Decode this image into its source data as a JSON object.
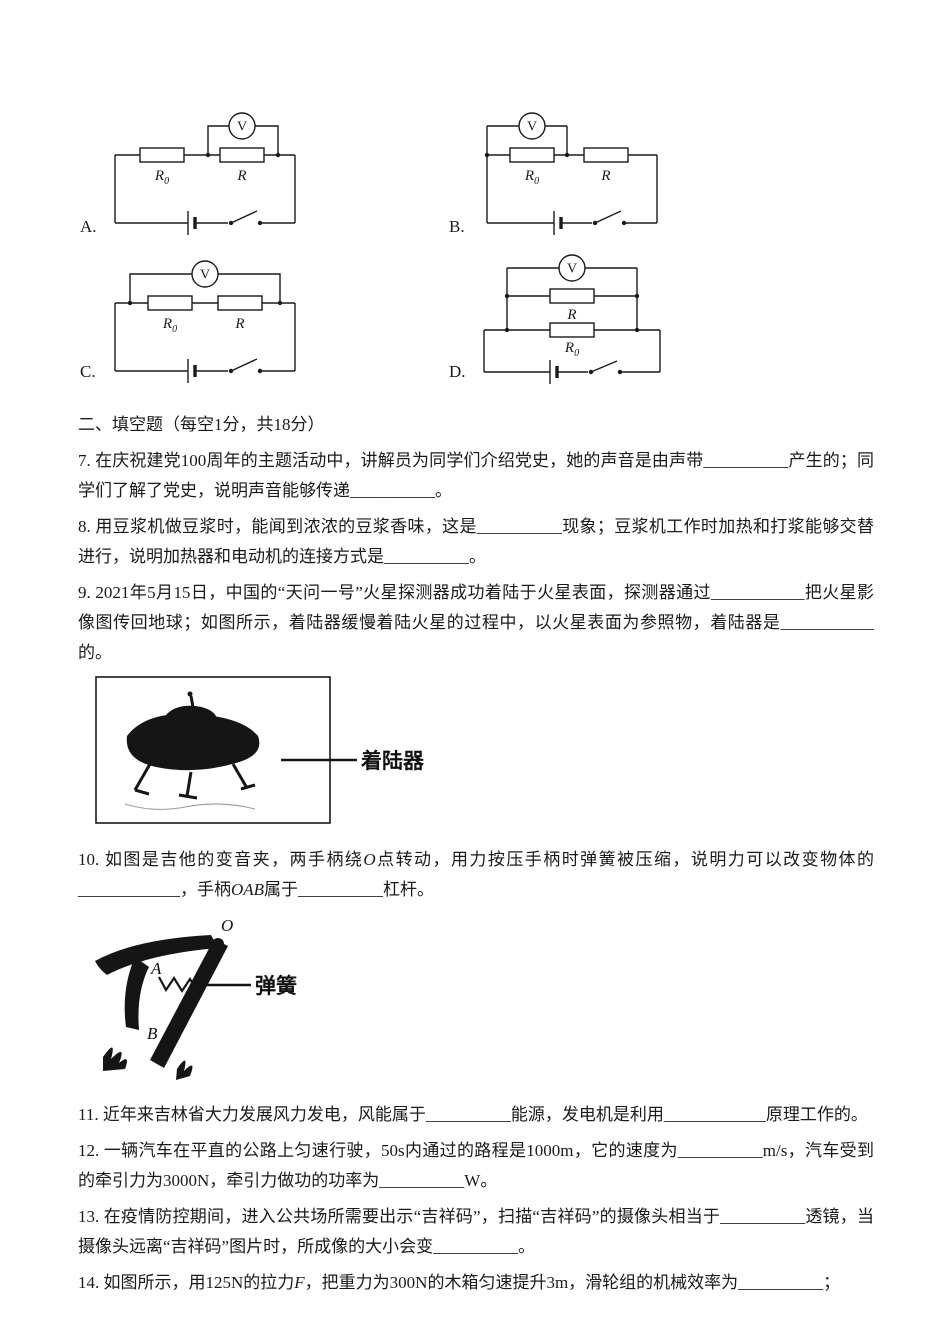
{
  "document": {
    "section_heading": "二、填空题（每空1分，共18分）"
  },
  "circuit_labels": {
    "voltmeter": "V",
    "r": "R",
    "r0_base": "R",
    "r0_sub": "0",
    "option_a": "A.",
    "option_b": "B.",
    "option_c": "C.",
    "option_d": "D."
  },
  "figures": {
    "lander_label": "着陆器",
    "capo_spring_label": "弹簧",
    "capo_o": "O",
    "capo_a": "A",
    "capo_b": "B"
  },
  "questions": {
    "q7": [
      {
        "t": "7. 在庆祝建党100周年的主题活动中，讲解员为同学们介绍党史，她的声音是由声带__________产生的；同学们了解了党史，说明声音能够传递__________。"
      }
    ],
    "q8": [
      {
        "t": "8. 用豆浆机做豆浆时，能闻到浓浓的豆浆香味，这是__________现象；豆浆机工作时加热和打浆能够交替进行，说明加热器和电动机的连接方式是__________。"
      }
    ],
    "q9": [
      {
        "t": "9. 2021年5月15日，中国的“天问一号”火星探测器成功着陆于火星表面，探测器通过___________把火星影像图传回地球；如图所示，着陆器缓慢着陆火星的过程中，以火星表面为参照物，着陆器是___________的。"
      }
    ],
    "q10": [
      {
        "t": "10. 如图是吉他的变音夹，两手柄绕"
      },
      {
        "t": "O",
        "i": true
      },
      {
        "t": "点转动，用力按压手柄时弹簧被压缩，说明力可以改变物体的____________，手柄"
      },
      {
        "t": "OAB",
        "i": true
      },
      {
        "t": "属于__________杠杆。"
      }
    ],
    "q11": [
      {
        "t": "11. 近年来吉林省大力发展风力发电，风能属于__________能源，发电机是利用____________原理工作的。"
      }
    ],
    "q12": [
      {
        "t": "12. 一辆汽车在平直的公路上匀速行驶，50s内通过的路程是1000m，它的速度为__________m/s，汽车受到的牵引力为3000N，牵引力做功的功率为__________W。"
      }
    ],
    "q13": [
      {
        "t": "13. 在疫情防控期间，进入公共场所需要出示“吉祥码”，扫描“吉祥码”的摄像头相当于__________透镜，当摄像头远离“吉祥码”图片时，所成像的大小会变__________。"
      }
    ],
    "q14": [
      {
        "t": "14. 如图所示，用125N的拉力"
      },
      {
        "t": "F",
        "i": true
      },
      {
        "t": "，把重力为300N的木箱匀速提升3m，滑轮组的机械效率为__________；"
      }
    ]
  }
}
